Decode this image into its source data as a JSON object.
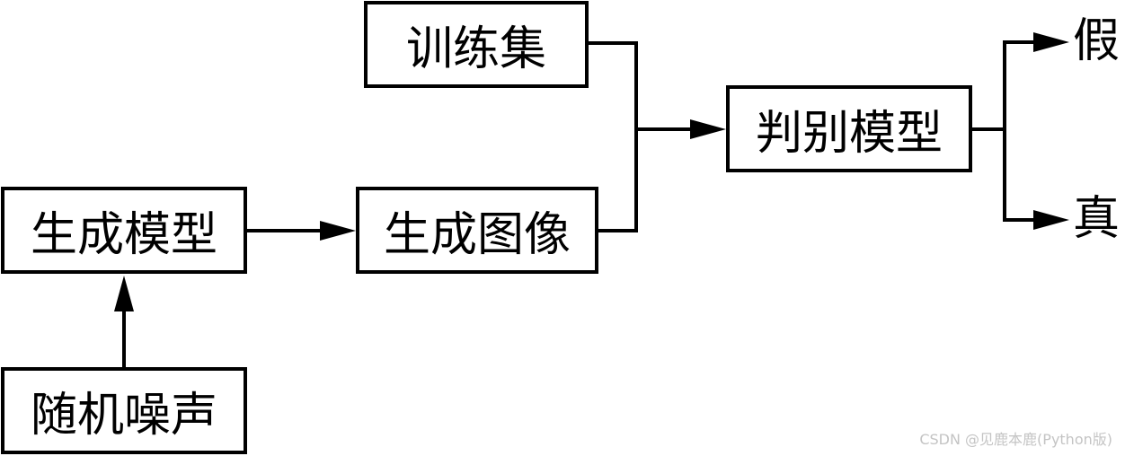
{
  "nodes": {
    "training_set": "训练集",
    "discriminator": "判别模型",
    "generator": "生成模型",
    "generated_images": "生成图像",
    "random_noise": "随机噪声"
  },
  "outputs": {
    "fake": "假",
    "real": "真"
  },
  "watermark": "CSDN @见鹿本鹿(Python版)"
}
